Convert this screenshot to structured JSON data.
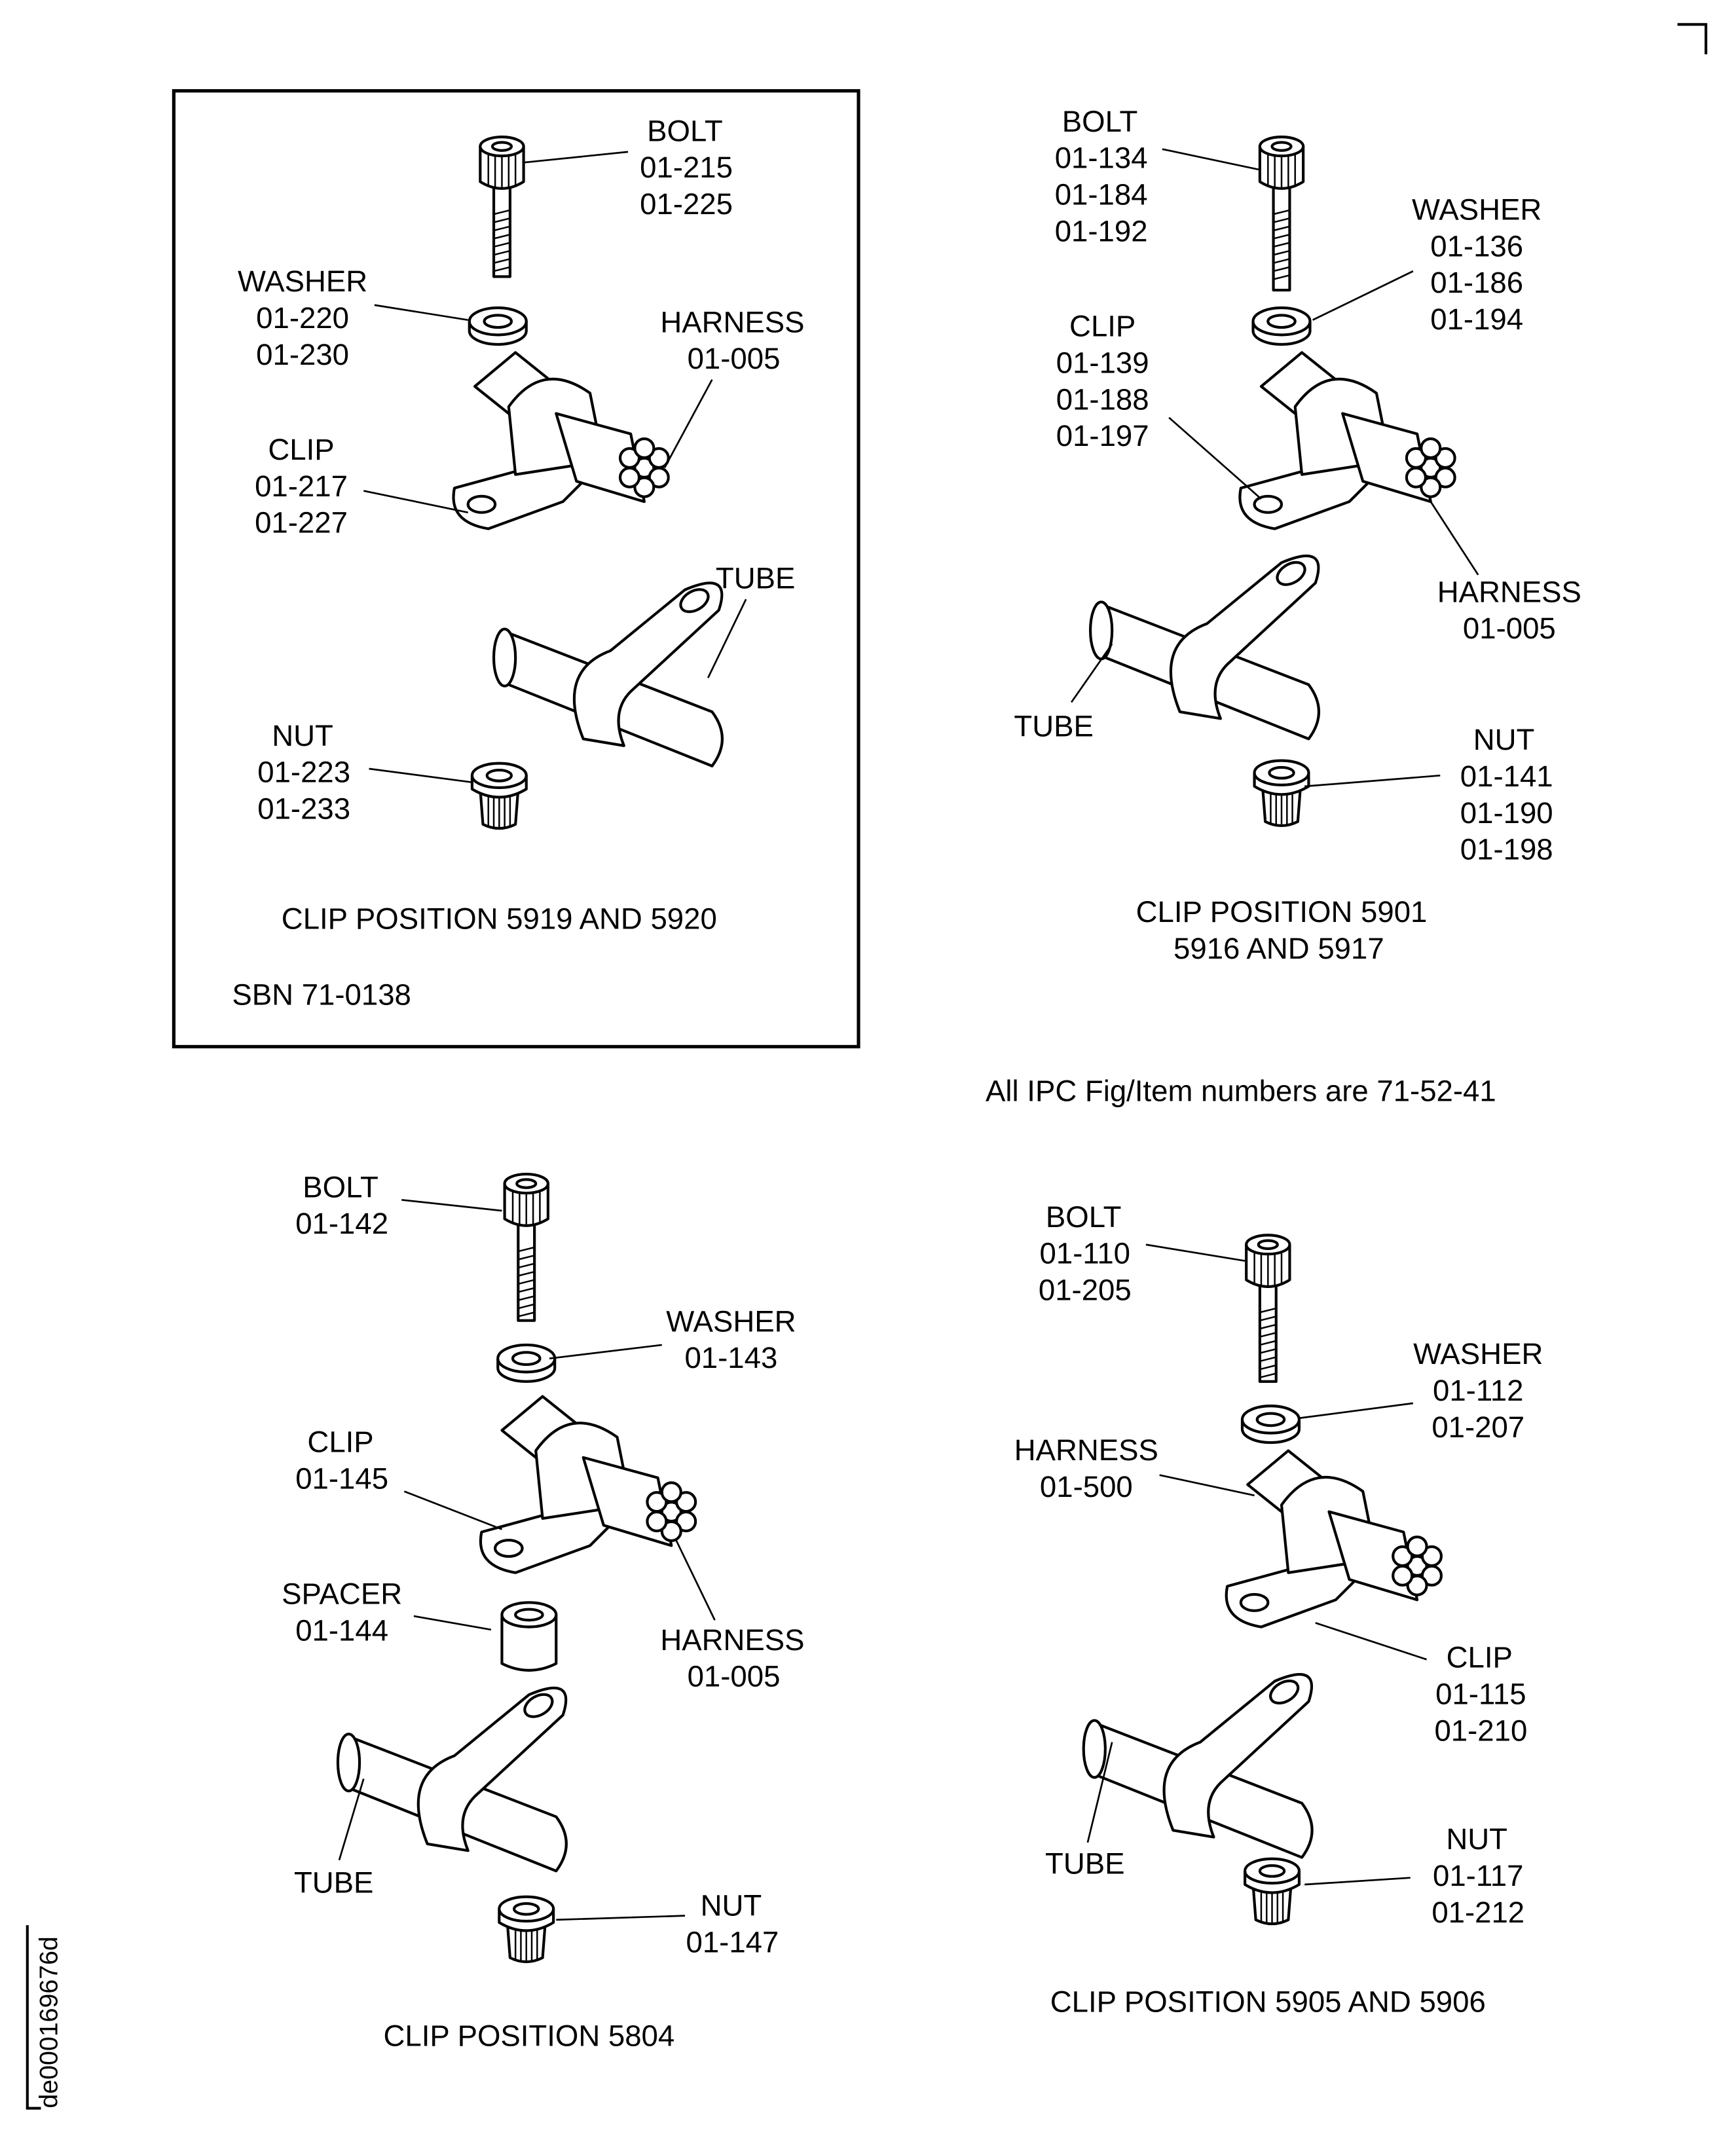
{
  "note": "All IPC Fig/Item numbers are 71-52-41",
  "doc_id": "de000169676d",
  "panels": [
    {
      "caption": [
        "CLIP POSITION 5919 AND 5920"
      ],
      "sbn": "SBN 71-0138",
      "bolt": [
        "BOLT",
        "01-215",
        "01-225"
      ],
      "washer": [
        "WASHER",
        "01-220",
        "01-230"
      ],
      "harness": [
        "HARNESS",
        "01-005"
      ],
      "clip": [
        "CLIP",
        "01-217",
        "01-227"
      ],
      "tube": [
        "TUBE"
      ],
      "nut": [
        "NUT",
        "01-223",
        "01-233"
      ]
    },
    {
      "caption": [
        "CLIP POSITION 5901",
        "5916 AND 5917"
      ],
      "bolt": [
        "BOLT",
        "01-134",
        "01-184",
        "01-192"
      ],
      "washer": [
        "WASHER",
        "01-136",
        "01-186",
        "01-194"
      ],
      "clip": [
        "CLIP",
        "01-139",
        "01-188",
        "01-197"
      ],
      "harness": [
        "HARNESS",
        "01-005"
      ],
      "tube": [
        "TUBE"
      ],
      "nut": [
        "NUT",
        "01-141",
        "01-190",
        "01-198"
      ]
    },
    {
      "caption": [
        "CLIP POSITION 5804"
      ],
      "bolt": [
        "BOLT",
        "01-142"
      ],
      "washer": [
        "WASHER",
        "01-143"
      ],
      "clip": [
        "CLIP",
        "01-145"
      ],
      "spacer": [
        "SPACER",
        "01-144"
      ],
      "harness": [
        "HARNESS",
        "01-005"
      ],
      "tube": [
        "TUBE"
      ],
      "nut": [
        "NUT",
        "01-147"
      ]
    },
    {
      "caption": [
        "CLIP POSITION 5905 AND 5906"
      ],
      "bolt": [
        "BOLT",
        "01-110",
        "01-205"
      ],
      "washer": [
        "WASHER",
        "01-112",
        "01-207"
      ],
      "harness": [
        "HARNESS",
        "01-500"
      ],
      "clip": [
        "CLIP",
        "01-115",
        "01-210"
      ],
      "tube": [
        "TUBE"
      ],
      "nut": [
        "NUT",
        "01-117",
        "01-212"
      ]
    }
  ]
}
